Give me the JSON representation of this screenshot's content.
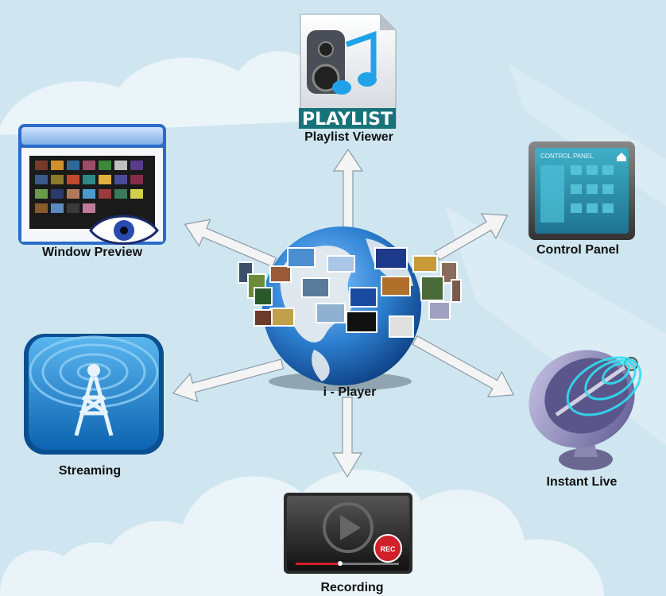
{
  "center": {
    "label": "i - Player"
  },
  "nodes": {
    "playlist": {
      "label": "Playlist Viewer",
      "badge": "PLAYLIST"
    },
    "control_panel": {
      "label": "Control Panel",
      "screen_title": "CONTROL PANEL"
    },
    "window_preview": {
      "label": "Window Preview"
    },
    "streaming": {
      "label": "Streaming"
    },
    "instant_live": {
      "label": "Instant Live"
    },
    "recording": {
      "label": "Recording",
      "rec_badge": "REC"
    }
  },
  "colors": {
    "background": "#cfe6f0",
    "globe_ocean": "#2d7fd0",
    "globe_land": "#e8ecef",
    "streaming_bg": "#1a7fcf",
    "control_panel_screen": "#2a8fa8",
    "rec_red": "#d0202a",
    "arrow_fill": "#f4f4f4"
  }
}
